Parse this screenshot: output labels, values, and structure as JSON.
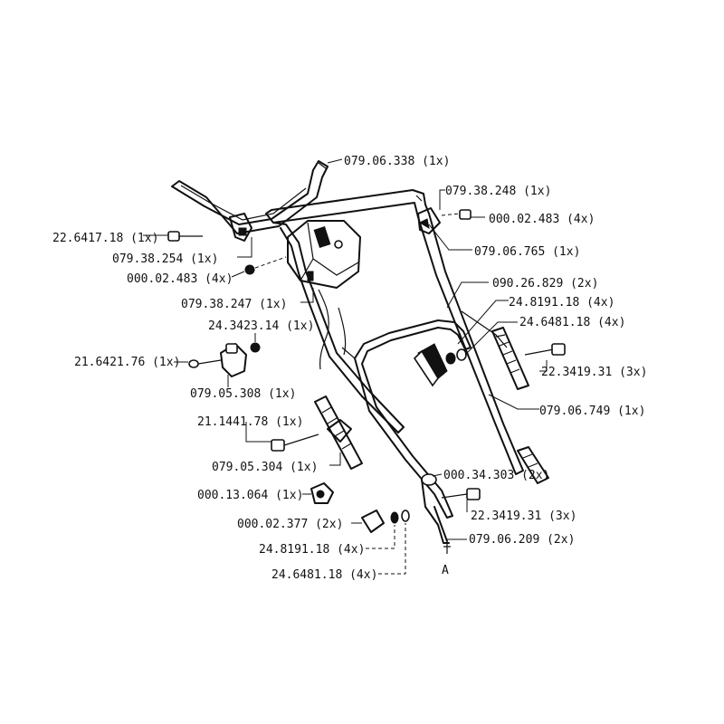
{
  "labels": {
    "l1": "079.06.338 (1x)",
    "l2": "079.38.248 (1x)",
    "l3": "000.02.483 (4x)",
    "l4": "22.6417.18 (1x)",
    "l5": "079.06.765  (1x)",
    "l6": "079.38.254  (1x)",
    "l7": "000.02.483  (4x)",
    "l8": "090.26.829  (2x)",
    "l9": "079.38.247  (1x)",
    "l10": "24.8191.18  (4x)",
    "l11": "24.3423.14  (1x)",
    "l12": "24.6481.18 (4x)",
    "l13": "21.6421.76  (1x)",
    "l14": "22.3419.31  (3x)",
    "l15": "079.05.308 (1x)",
    "l16": "079.06.749  (1x)",
    "l17": "21.1441.78  (1x)",
    "l18": "079.05.304  (1x)",
    "l19": "000.34.303  (2x)",
    "l20": "000.13.064  (1x)",
    "l21": "22.3419.31  (3x)",
    "l22": "000.02.377  (2x)",
    "l23": "079.06.209  (2x)",
    "l24": "24.8191.18  (4x)",
    "l25": "24.6481.18  (4x)",
    "l26": "A"
  }
}
